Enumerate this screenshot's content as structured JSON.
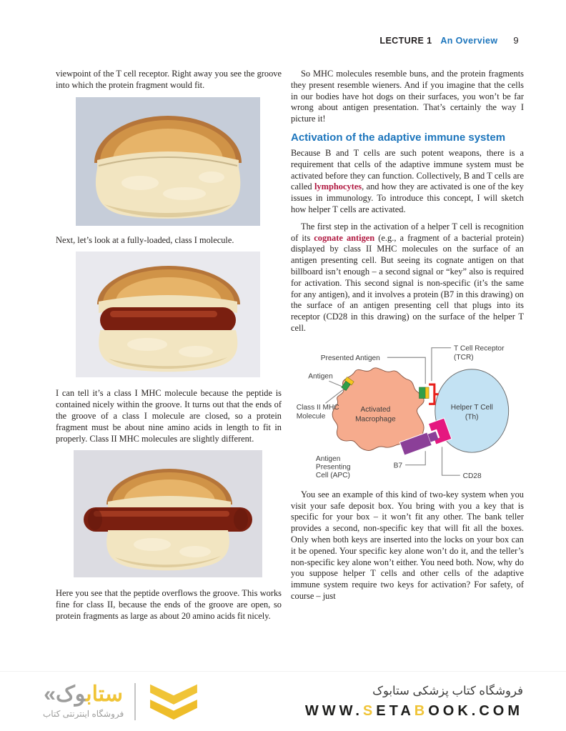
{
  "header": {
    "lecture_label": "LECTURE 1",
    "section_title": "An Overview",
    "page_number": "9"
  },
  "left_column": {
    "para_viewpoint": "viewpoint of the T cell receptor. Right away you see the groove into which the protein fragment would fit.",
    "caption_next": "Next, let’s look at a fully-loaded, class I molecule.",
    "para_class1": "I can tell it’s a class I MHC molecule because the peptide is contained nicely within the groove. It turns out that the ends of the groove of a class I molecule are closed, so a protein fragment must be about nine amino acids in length to fit in properly. Class II MHC molecules are slightly different.",
    "para_overflow": "Here you see that the peptide overflows the groove. This works fine for class II, because the ends of the groove are open, so protein fragments as large as about 20 amino acids fit nicely.",
    "photos": [
      {
        "name": "empty-hot-dog-bun"
      },
      {
        "name": "bun-with-contained-wiener"
      },
      {
        "name": "bun-with-overflowing-wiener"
      }
    ]
  },
  "right_column": {
    "para_so_mhc": "So MHC molecules resemble buns, and the protein fragments they present resemble wieners. And if you imagine that the cells in our bodies have hot dogs on their surfaces, you won’t be far wrong about antigen presentation. That’s certainly the way I picture it!",
    "section_heading": "Activation of the adaptive immune system",
    "para_activation": {
      "part1": "Because B and T cells are such potent weapons, there is a requirement that cells of the adaptive immune system must be activated before they can function. Collectively, B and T cells are called ",
      "highlight": "lymphocytes",
      "part2": ", and how they are activated is one of the key issues in immunology. To introduce this concept, I will sketch how helper T cells are activated."
    },
    "para_first_step": {
      "part1": "The first step in the activation of a helper T cell is recognition of its ",
      "highlight": "cognate antigen",
      "part2": " (e.g., a fragment of a bacterial protein) displayed by class II MHC molecules on the surface of an antigen presenting cell. But seeing its cognate antigen on that billboard isn’t enough – a second signal or “key” also is required for activation. This second signal is non-specific (it’s the same for any antigen), and it involves a protein (B7 in this drawing) on the surface of an antigen presenting cell that plugs into its receptor (CD28 in this drawing) on the surface of the helper T cell."
    },
    "para_two_key": "You see an example of this kind of two-key system when you visit your safe deposit box. You bring with you a key that is specific for your box – it won’t fit any other. The bank teller provides a second, non-specific key that will fit all the boxes. Only when both keys are inserted into the locks on your box can it be opened. Your specific key alone won’t do it, and the teller’s non-specific key alone won’t either. You need both. Now, why do you suppose helper T cells and other cells of the adaptive immune system require two keys for activation? For safety, of course – just"
  },
  "diagram": {
    "labels": {
      "presented_antigen": "Presented Antigen",
      "tcr_line1": "T Cell Receptor",
      "tcr_line2": "(TCR)",
      "antigen": "Antigen",
      "mhc_line1": "Class II MHC",
      "mhc_line2": "Molecule",
      "macrophage_line1": "Activated",
      "macrophage_line2": "Macrophage",
      "helper_line1": "Helper T Cell",
      "helper_line2": "(Th)",
      "apc_line1": "Antigen",
      "apc_line2": "Presenting",
      "apc_line3": "Cell (APC)",
      "b7": "B7",
      "cd28": "CD28"
    },
    "colors": {
      "macrophage_fill": "#f6ab8d",
      "tcell_fill": "#c3e2f3",
      "b7_purple": "#8b3f98",
      "cd28_magenta": "#e5177f",
      "tcr_red": "#e8211d",
      "mhc_green": "#2f9e49",
      "antigen_yellow": "#f5c51e"
    }
  },
  "footer": {
    "tagline_fa": "فروشگاه کتاب پزشکی ستابوک",
    "url": {
      "p1": "WWW.",
      "p2": "S",
      "p3": "ETA",
      "p4": "B",
      "p5": "OOK.COM"
    },
    "logo": {
      "wordmark_yellow": "ستاب",
      "wordmark_gray": "وک",
      "chevron_mark": "«",
      "subtitle_fa": "فروشگاه اینترنتی کتاب"
    }
  },
  "accent_colors": {
    "heading_blue": "#1c75bc",
    "keyword_red": "#b0173f",
    "brand_yellow": "#f0c437",
    "brand_gray": "#9d9d9c"
  }
}
